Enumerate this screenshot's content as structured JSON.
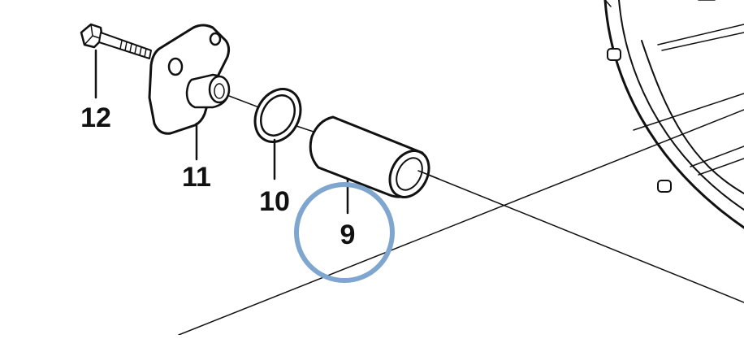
{
  "callouts": {
    "bolt": "12",
    "flange": "11",
    "seal_ring": "10",
    "bushing": "9"
  },
  "highlight": {
    "target": "9",
    "color": "#7ea6cf"
  },
  "colors": {
    "ink": "#111111",
    "background": "#ffffff"
  }
}
